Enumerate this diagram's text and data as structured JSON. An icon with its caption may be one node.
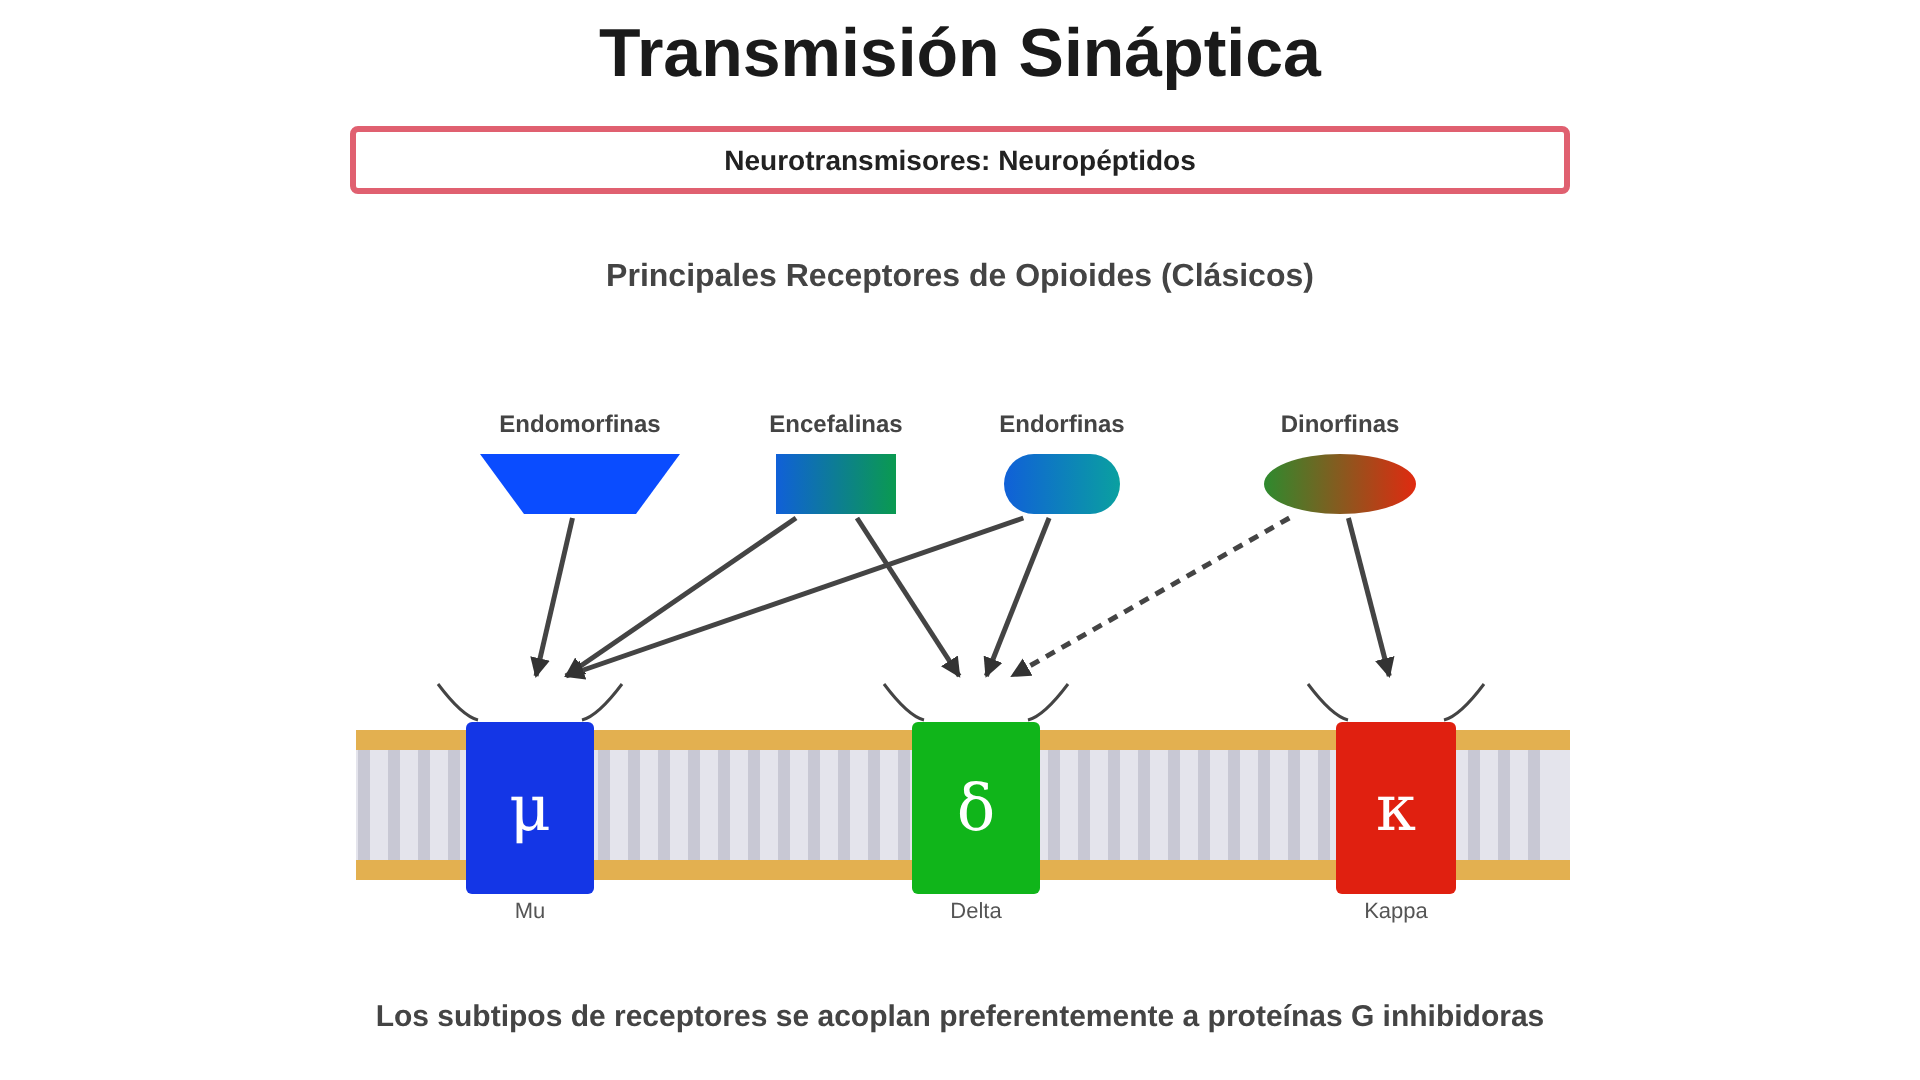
{
  "diagram": {
    "title": "Transmisión Sináptica",
    "caption": "Los subtipos de receptores se acoplan preferentemente a proteínas G inhibidoras",
    "nodes": [
      {
        "text": [
          "Neurotransmisores: Neuropéptidos"
        ]
      },
      {
        "text": [
          "Endomorfinas"
        ]
      },
      {
        "text": [
          "Encefalinas"
        ]
      },
      {
        "text": [
          "Endorfinas"
        ]
      },
      {
        "text": [
          "Dinorfinas"
        ]
      },
      {
        "text": [
          "μ"
        ],
        "beside": [
          "Mu"
        ]
      },
      {
        "text": [
          "δ"
        ],
        "beside": [
          "Delta"
        ]
      },
      {
        "text": [
          "κ"
        ],
        "beside": [
          "Kappa"
        ]
      }
    ],
    "edges": [
      {
        "from": 1,
        "to": 5,
        "arrow": "to"
      },
      {
        "from": 2,
        "to": 5,
        "arrow": "to"
      },
      {
        "from": 2,
        "to": 6,
        "arrow": "to"
      },
      {
        "from": 3,
        "to": 5,
        "arrow": "to"
      },
      {
        "from": 3,
        "to": 6,
        "arrow": "to"
      },
      {
        "from": 4,
        "to": 6,
        "arrow": "to",
        "style": "dashed"
      },
      {
        "from": 4,
        "to": 7,
        "arrow": "to"
      }
    ],
    "labels": [
      "Principales Receptores de Opioides (Clásicos)"
    ]
  }
}
